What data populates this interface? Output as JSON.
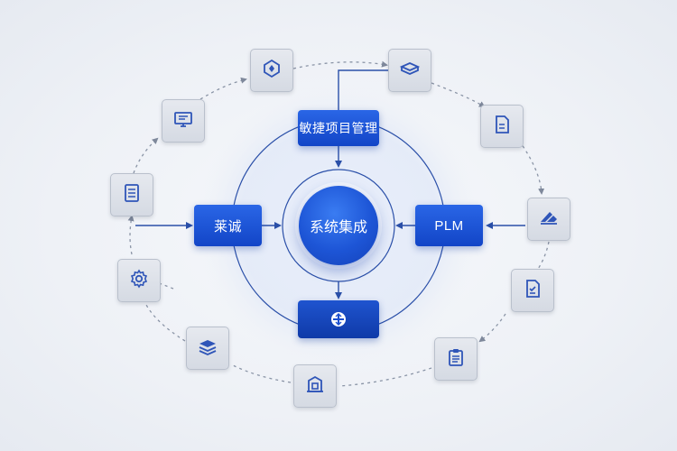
{
  "diagram": {
    "top_node": "敏捷项目管理",
    "left_node": "莱诚",
    "right_node": "PLM",
    "center_node": "系统集成",
    "bottom_node_icon": "integration-hub-icon"
  },
  "tiles": [
    {
      "name": "diamond-badge-icon"
    },
    {
      "name": "layered-box-icon"
    },
    {
      "name": "document-icon"
    },
    {
      "name": "stacked-layers-icon"
    },
    {
      "name": "checklist-document-icon"
    },
    {
      "name": "clipboard-icon"
    },
    {
      "name": "building-icon"
    },
    {
      "name": "database-stack-icon"
    },
    {
      "name": "gear-icon"
    },
    {
      "name": "list-document-icon"
    },
    {
      "name": "monitor-icon"
    }
  ],
  "colors": {
    "primary": "#1d55d6",
    "tile_icon": "#2f55b8",
    "line": "#2a4fa8",
    "dash": "#8a94a6"
  }
}
